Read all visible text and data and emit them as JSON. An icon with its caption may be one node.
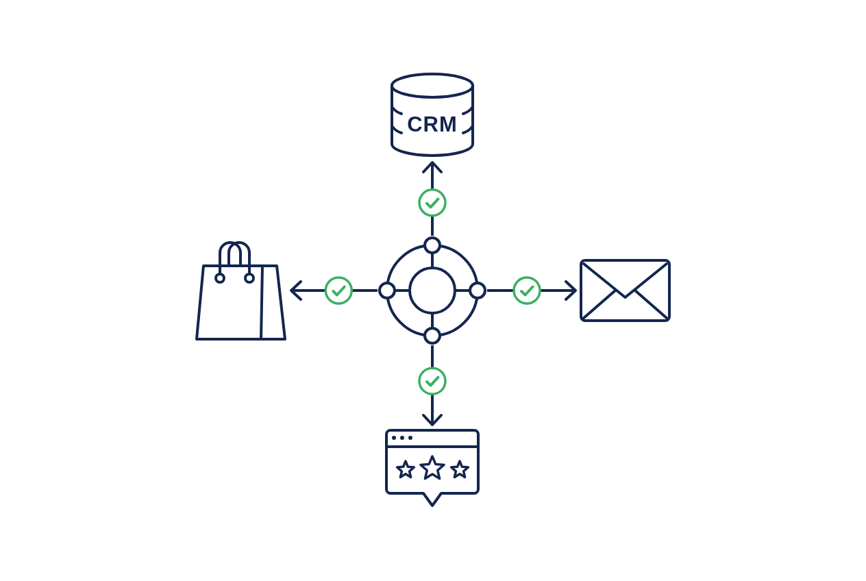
{
  "diagram": {
    "nodes": [
      {
        "text": [
          "CRM"
        ]
      },
      {
        "text": [],
        "shape": "picture"
      },
      {
        "text": [],
        "shape": "picture"
      },
      {
        "text": [],
        "shape": "picture"
      },
      {
        "text": [],
        "shape": "picture"
      }
    ],
    "edges": [
      {
        "from": 2,
        "to": 0,
        "arrow": "to"
      },
      {
        "from": 2,
        "to": 3,
        "arrow": "to"
      },
      {
        "from": 2,
        "to": 4,
        "arrow": "to"
      },
      {
        "from": 2,
        "to": 1,
        "arrow": "to"
      }
    ]
  }
}
